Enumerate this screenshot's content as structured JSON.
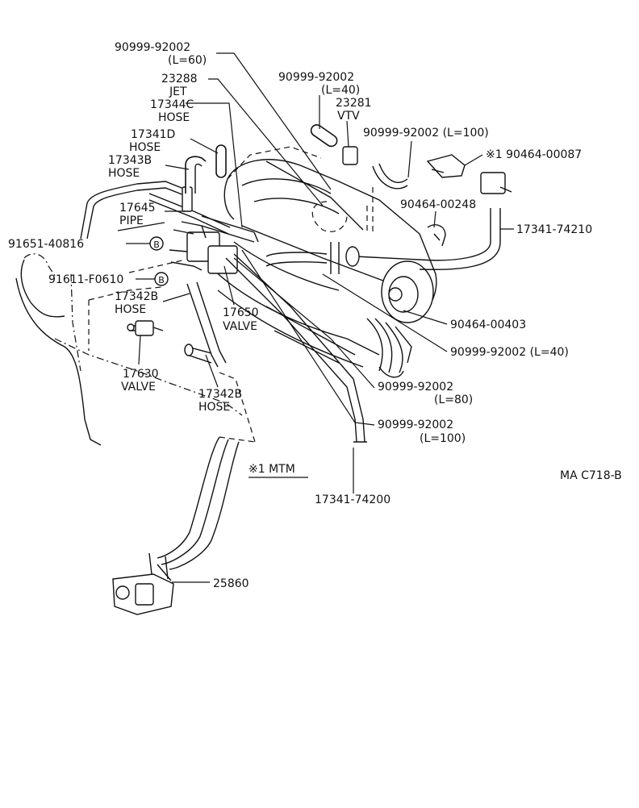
{
  "labels": {
    "p_90999_60": "90999-92002",
    "p_90999_60_len": "(L=60)",
    "p_23288": "23288",
    "p_23288_name": "JET",
    "p_17344c": "17344C",
    "p_17344c_name": "HOSE",
    "p_17341d": "17341D",
    "p_17341d_name": "HOSE",
    "p_17343b": "17343B",
    "p_17343b_name": "HOSE",
    "p_17645": "17645",
    "p_17645_name": "PIPE",
    "p_91651": "91651-40816",
    "p_91651_mark": "B",
    "p_91611": "91611-F0610",
    "p_91611_mark": "B",
    "p_17342b_a": "17342B",
    "p_17342b_a_name": "HOSE",
    "p_17650": "17650",
    "p_17650_name": "VALVE",
    "p_17630": "17630",
    "p_17630_name": "VALVE",
    "p_17342b_b": "17342B",
    "p_17342b_b_name": "HOSE",
    "p_90999_40_top": "90999-92002",
    "p_90999_40_top_len": "(L=40)",
    "p_23281": "23281",
    "p_23281_name": "VTV",
    "p_90999_100_top": "90999-92002 (L=100)",
    "p_90464_00087": "※1 90464-00087",
    "p_90464_00248": "90464-00248",
    "p_17341_74210": "17341-74210",
    "p_90464_00403": "90464-00403",
    "p_90999_40_r": "90999-92002 (L=40)",
    "p_90999_80": "90999-92002",
    "p_90999_80_len": "(L=80)",
    "p_90999_100_b": "90999-92002",
    "p_90999_100_b_len": "(L=100)",
    "p_17341_74200": "17341-74200",
    "p_mtm": "※1 MTM",
    "p_25860": "25860",
    "p_code": "MA C718-B"
  }
}
